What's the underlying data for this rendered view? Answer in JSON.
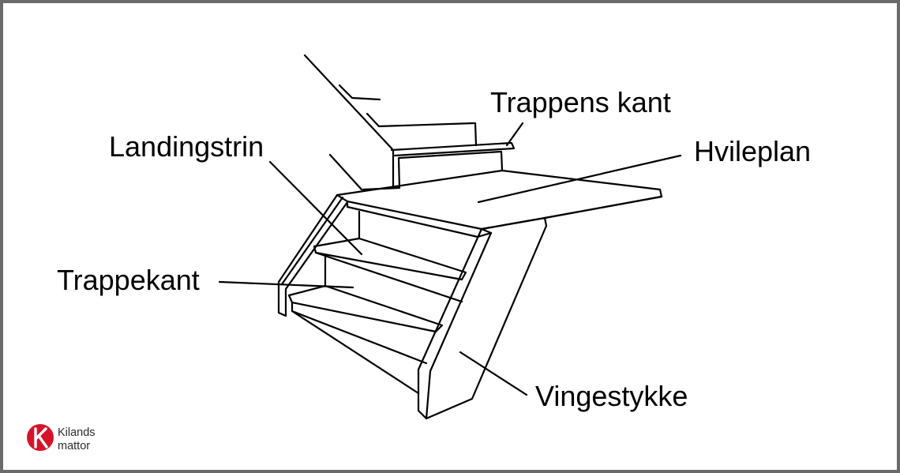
{
  "labels": {
    "trappens_kant": "Trappens kant",
    "landingstrin": "Landingstrin",
    "hvileplan": "Hvileplan",
    "trappekant": "Trappekant",
    "vingestykke": "Vingestykke"
  },
  "logo": {
    "line1": "Kilands",
    "line2": "mattor",
    "glyph": "K",
    "color": "#d7132a"
  },
  "colors": {
    "frame": "#6b6b6b",
    "ink": "#000000",
    "background": "#ffffff"
  }
}
